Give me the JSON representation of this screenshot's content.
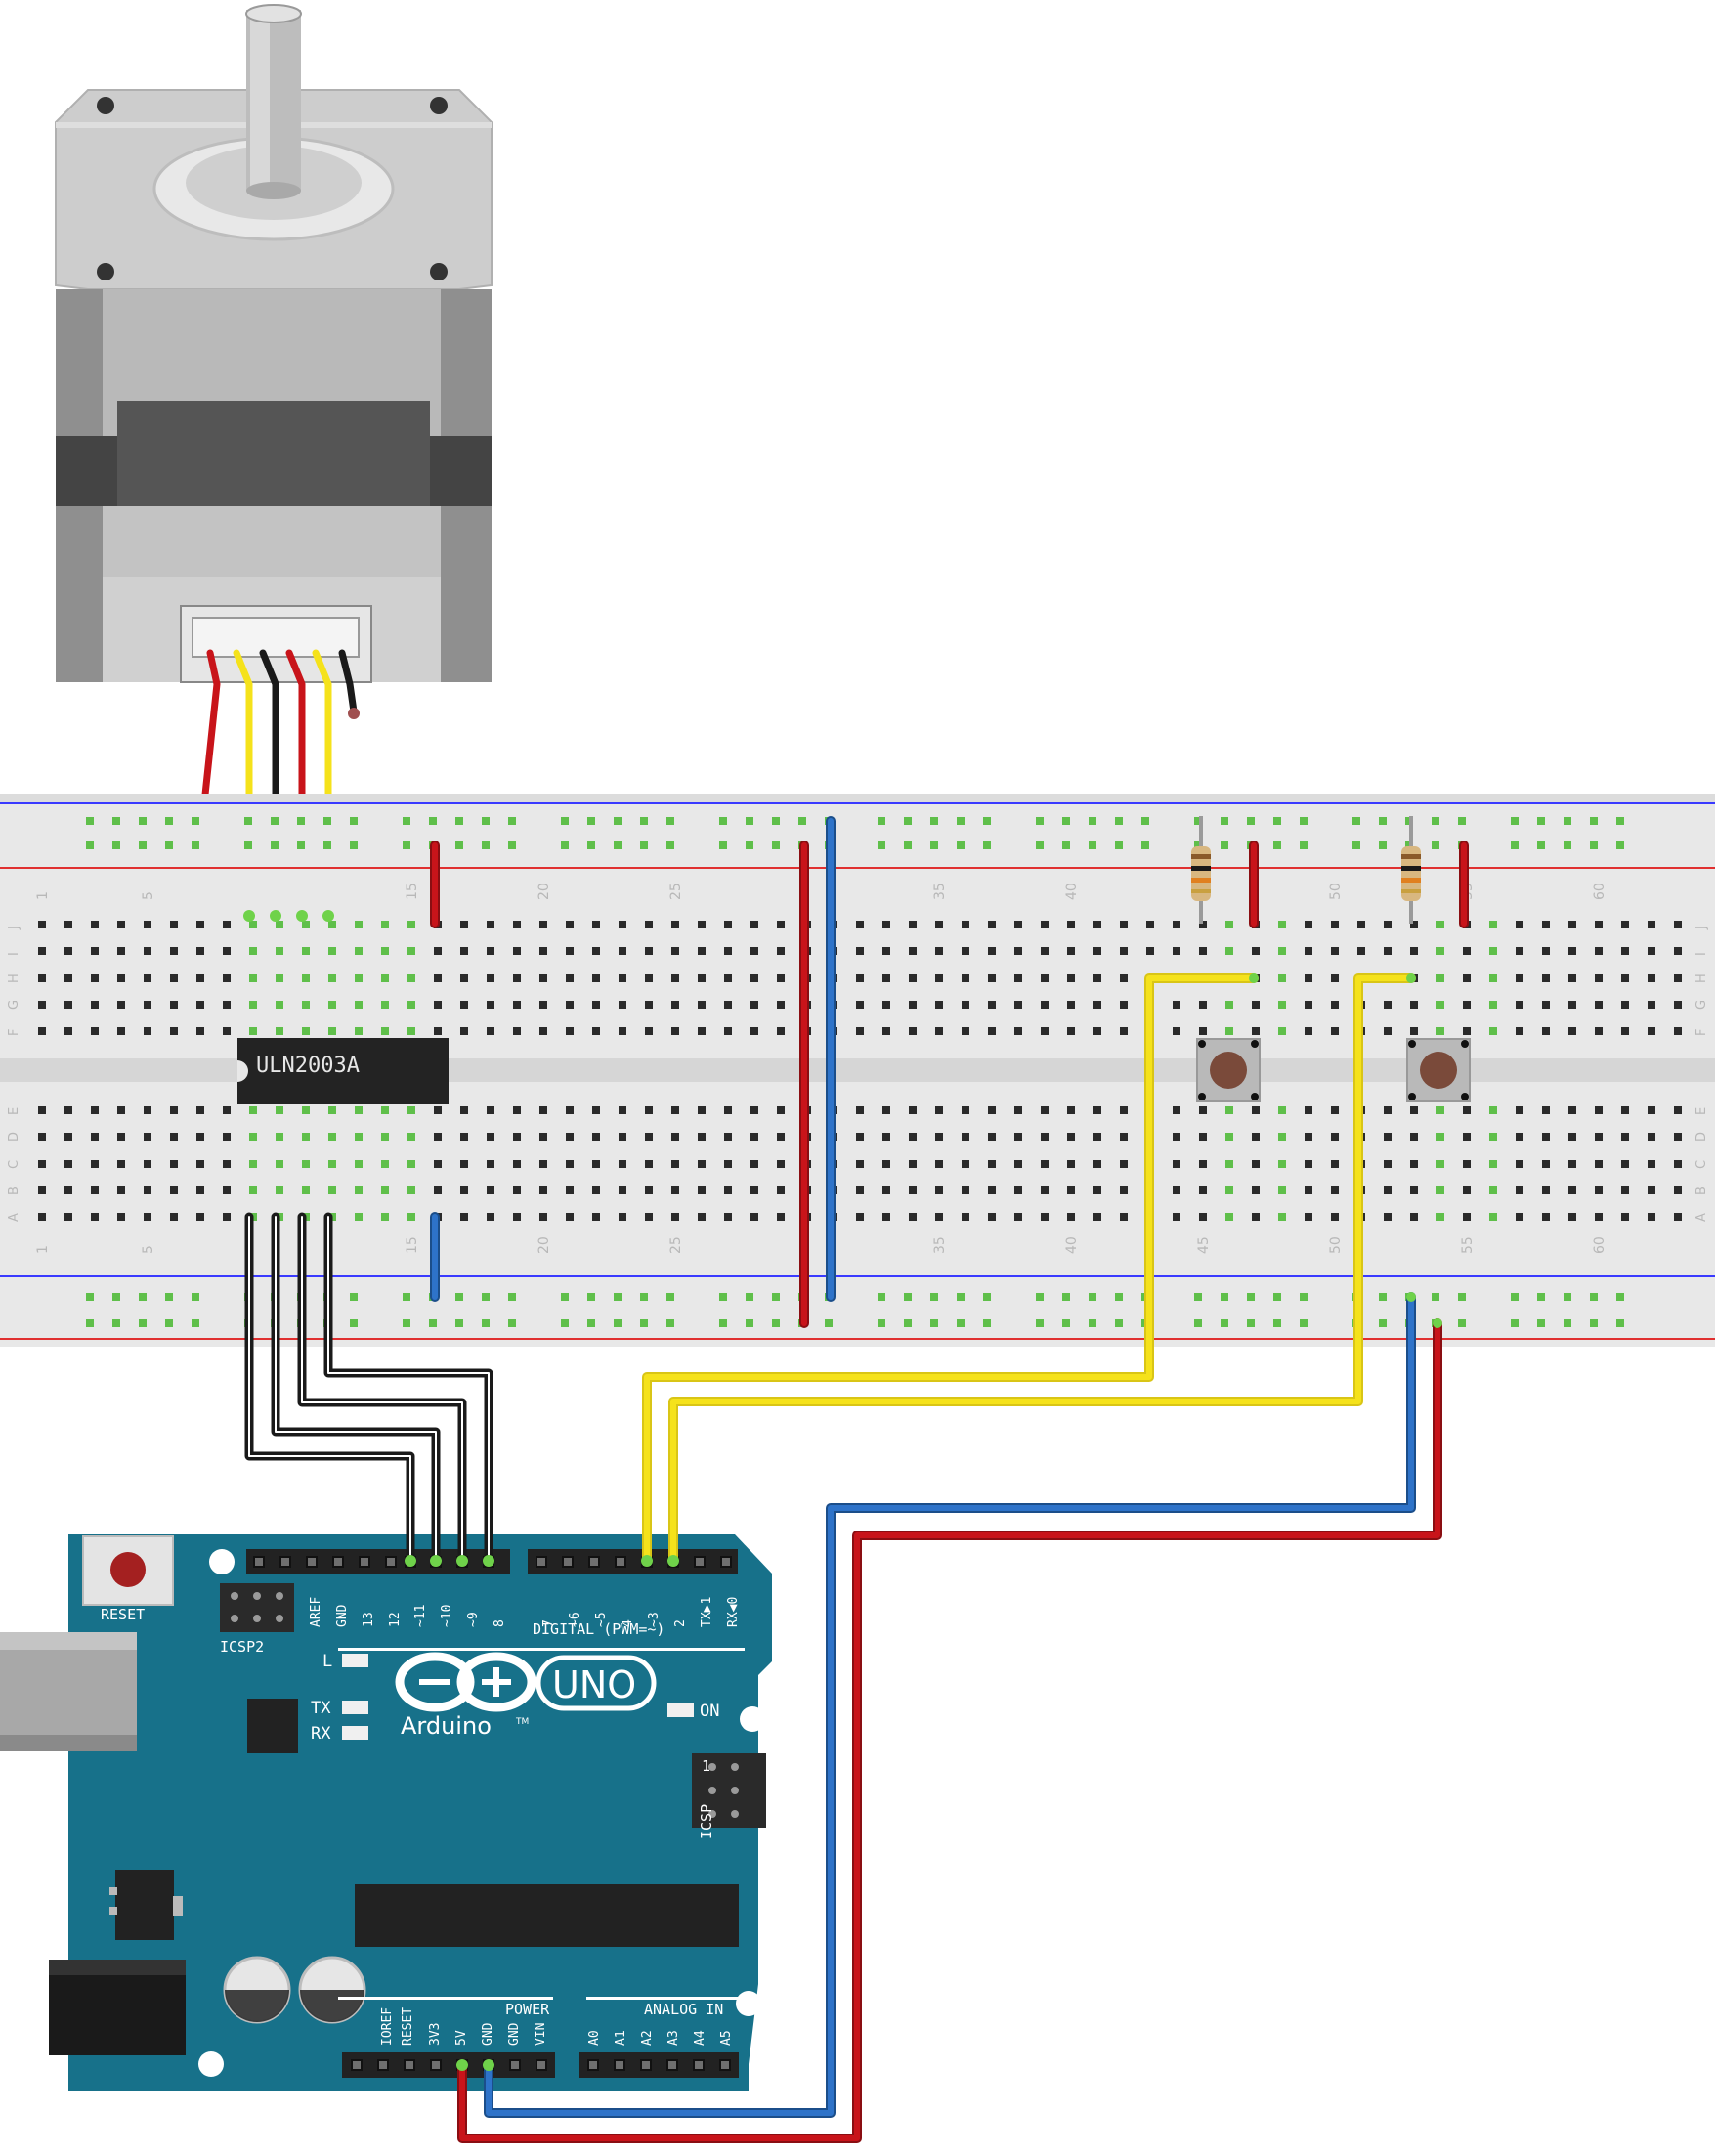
{
  "breadboard": {
    "column_numbers": [
      "1",
      "5",
      "15",
      "20",
      "25",
      "35",
      "40",
      "45",
      "50",
      "55",
      "60"
    ],
    "row_letters_top": [
      "J",
      "I",
      "H",
      "G",
      "F"
    ],
    "row_letters_bottom": [
      "E",
      "D",
      "C",
      "B",
      "A"
    ]
  },
  "driver_chip": {
    "label": "ULN2003A"
  },
  "arduino": {
    "brand": "Arduino",
    "trademark": "TM",
    "model": "UNO",
    "reset_label": "RESET",
    "icsp2_label": "ICSP2",
    "icsp_label": "ICSP",
    "icsp_pin1": "1",
    "led_l": "L",
    "led_tx": "TX",
    "led_rx": "RX",
    "led_on": "ON",
    "digital_label": "DIGITAL (PWM=~)",
    "power_label": "POWER",
    "analog_label": "ANALOG IN",
    "digital_pins": [
      "AREF",
      "GND",
      "13",
      "12",
      "~11",
      "~10",
      "~9",
      "8",
      "7",
      "~6",
      "~5",
      "4",
      "~3",
      "2",
      "TX▶1",
      "RX◀0"
    ],
    "power_pins": [
      "IOREF",
      "RESET",
      "3V3",
      "5V",
      "GND",
      "GND",
      "VIN"
    ],
    "analog_pins": [
      "A0",
      "A1",
      "A2",
      "A3",
      "A4",
      "A5"
    ]
  },
  "colors": {
    "wire_red": "#c8141a",
    "wire_yellow": "#f5e21b",
    "wire_black": "#1a1a1a",
    "wire_blue": "#2e73c9",
    "arduino_board": "#17718a",
    "breadboard": "#e8e8e8",
    "hole_connected": "#5fbf4a"
  },
  "icons": [
    "stepper-motor-icon",
    "pushbutton-icon",
    "resistor-icon"
  ]
}
